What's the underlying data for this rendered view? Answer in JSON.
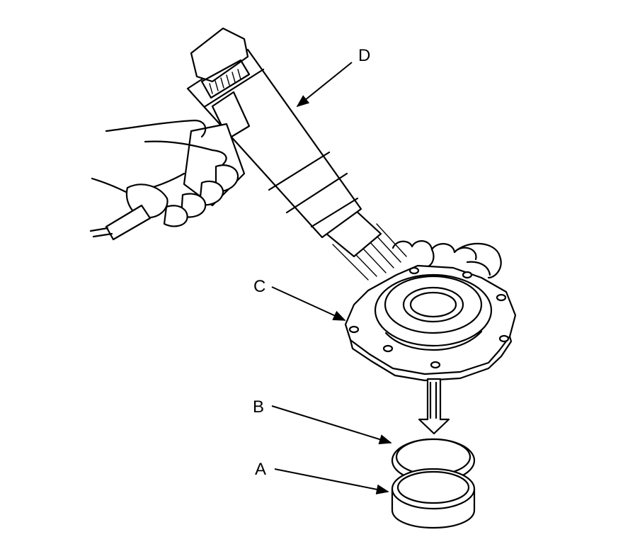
{
  "callouts": {
    "a": {
      "label": "A"
    },
    "b": {
      "label": "B"
    },
    "c": {
      "label": "C"
    },
    "d": {
      "label": "D"
    }
  },
  "colors": {
    "line": "#000000",
    "background": "#ffffff"
  }
}
